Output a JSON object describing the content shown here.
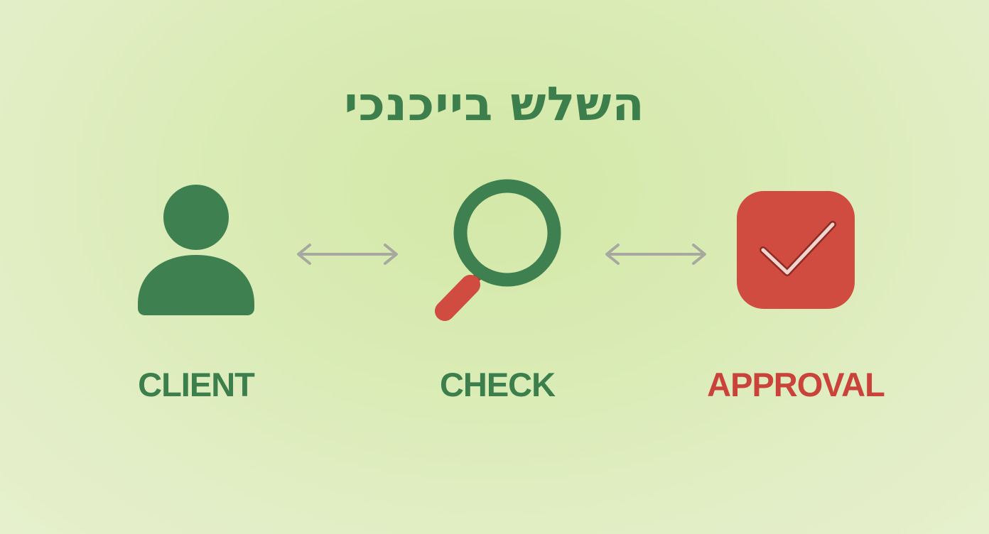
{
  "title": "השלש בייכנכי",
  "steps": [
    {
      "label": "CLIENT",
      "icon": "person-icon",
      "color": "#3c7f4c"
    },
    {
      "label": "CHECK",
      "icon": "magnifier-icon",
      "color": "#3c7f4c"
    },
    {
      "label": "APPROVAL",
      "icon": "checkbox-check-icon",
      "color": "#c9433b"
    }
  ],
  "connectors": [
    {
      "from": "CLIENT",
      "to": "CHECK",
      "icon": "double-arrow-icon"
    },
    {
      "from": "CHECK",
      "to": "APPROVAL",
      "icon": "double-arrow-icon"
    }
  ],
  "colors": {
    "green": "#3e8050",
    "red": "#d04b40",
    "arrow": "#a7a8a0",
    "background": "#dcecb9"
  }
}
